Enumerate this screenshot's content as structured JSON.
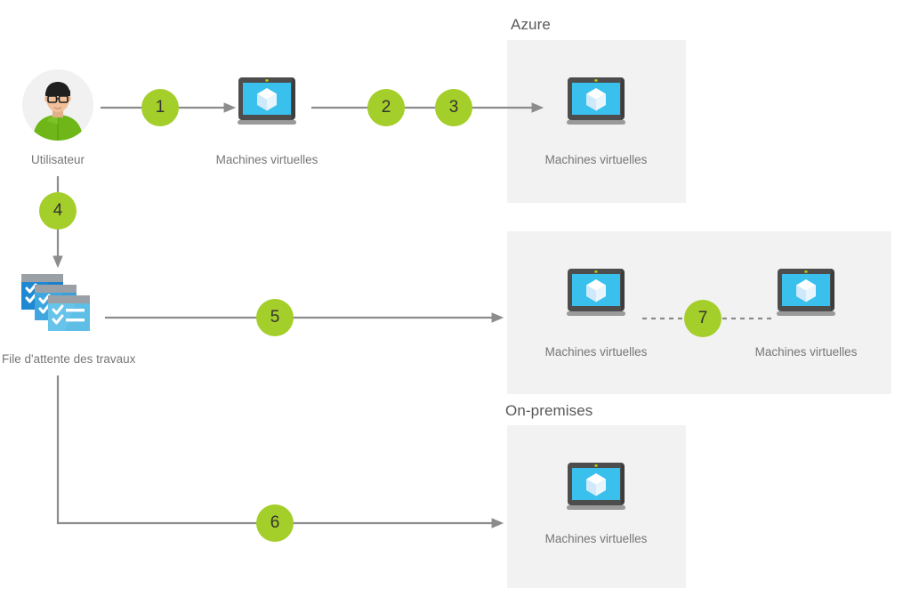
{
  "diagram": {
    "title": "Azure batch processing flow diagram",
    "colors": {
      "badge_green": "#a4ce2a",
      "panel_bg": "#f2f2f2",
      "connector_gray": "#8c8c8c",
      "label_gray": "#767676",
      "zone_label_gray": "#595959",
      "vm_screen_blue": "#39c0ed",
      "vm_bezel_gray": "#4d4d4d",
      "avatar_shirt_green": "#6fb718",
      "queue_blue_dark": "#1f88d2",
      "queue_blue_mid": "#3fa6e0",
      "queue_blue_light": "#66c3ea"
    },
    "zones": [
      {
        "id": "azure",
        "label": "Azure"
      },
      {
        "id": "middle",
        "label": ""
      },
      {
        "id": "onprem",
        "label": "On-premises"
      }
    ],
    "nodes": [
      {
        "id": "user",
        "label": "Utilisateur",
        "icon": "user-avatar-icon"
      },
      {
        "id": "vm-local",
        "label": "Machines virtuelles",
        "icon": "virtual-machine-icon"
      },
      {
        "id": "vm-azure",
        "label": "Machines virtuelles",
        "icon": "virtual-machine-icon"
      },
      {
        "id": "job-queue",
        "label": "File d'attente des travaux",
        "icon": "job-queue-icon"
      },
      {
        "id": "vm-pool-left",
        "label": "Machines virtuelles",
        "icon": "virtual-machine-icon"
      },
      {
        "id": "vm-pool-right",
        "label": "Machines virtuelles",
        "icon": "virtual-machine-icon"
      },
      {
        "id": "vm-onprem",
        "label": "Machines virtuelles",
        "icon": "virtual-machine-icon"
      }
    ],
    "steps": [
      {
        "number": "1"
      },
      {
        "number": "2"
      },
      {
        "number": "3"
      },
      {
        "number": "4"
      },
      {
        "number": "5"
      },
      {
        "number": "6"
      },
      {
        "number": "7"
      }
    ]
  }
}
